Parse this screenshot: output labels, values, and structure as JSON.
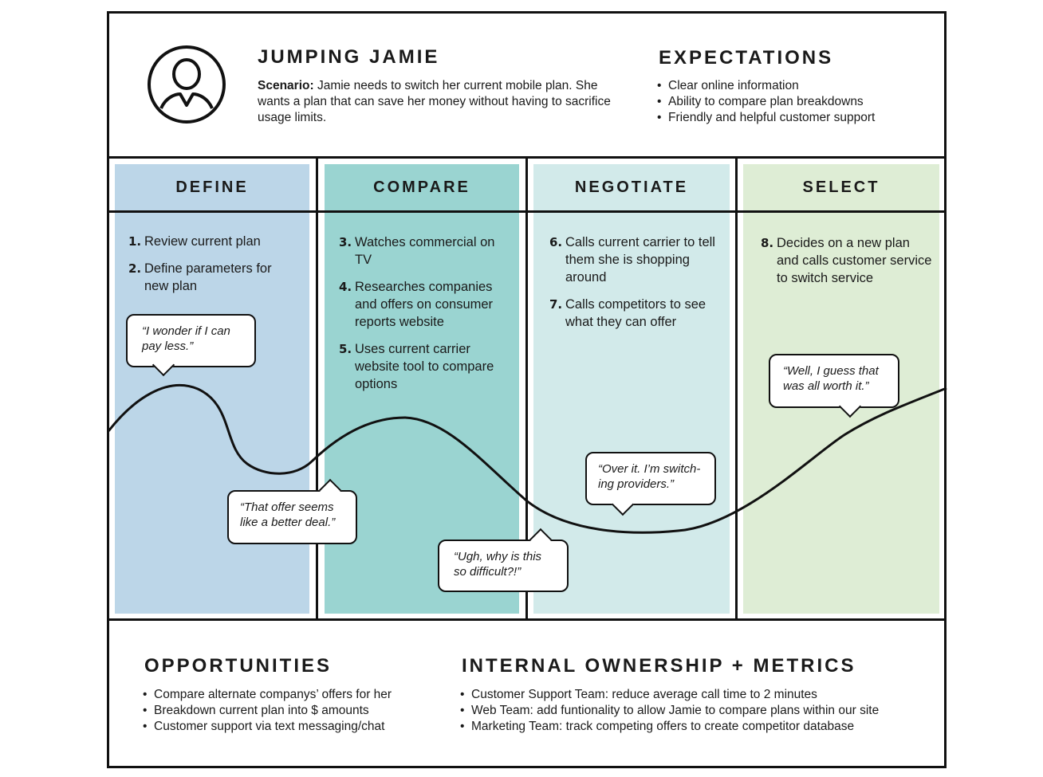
{
  "persona": {
    "name": "JUMPING JAMIE",
    "scenario_label": "Scenario:",
    "scenario_text": "Jamie needs to switch her current mobile plan. She wants a plan that can save her money without having to sacrifice usage limits.",
    "icon": "person-icon"
  },
  "expectations": {
    "title": "EXPECTATIONS",
    "items": [
      "Clear online information",
      "Ability to compare plan breakdowns",
      "Friendly and helpful customer support"
    ]
  },
  "stages": [
    {
      "title": "DEFINE",
      "color": "#bcd6e8",
      "steps": [
        {
          "num": "1.",
          "text": "Review current plan"
        },
        {
          "num": "2.",
          "text": "Define parameters for new plan"
        }
      ]
    },
    {
      "title": "COMPARE",
      "color": "#9ad4d1",
      "steps": [
        {
          "num": "3.",
          "text": "Watches commercial on TV"
        },
        {
          "num": "4.",
          "text": "Researches companies and offers on consumer reports website"
        },
        {
          "num": "5.",
          "text": "Uses current carrier website tool to compare options"
        }
      ]
    },
    {
      "title": "NEGOTIATE",
      "color": "#d2eaea",
      "steps": [
        {
          "num": "6.",
          "text": "Calls current carrier to tell them she is shopping around"
        },
        {
          "num": "7.",
          "text": "Calls competitors to see what they can offer"
        }
      ]
    },
    {
      "title": "SELECT",
      "color": "#deedd5",
      "steps": [
        {
          "num": "8.",
          "text": "Decides on a new plan and calls customer service to switch service"
        }
      ]
    }
  ],
  "quotes": [
    "“I wonder if I can pay less.”",
    "“That offer seems like a better deal.”",
    "“Ugh, why is this so difficult?!”",
    "“Over it. I’m switch-ing providers.”",
    "“Well, I guess that was all worth it.”"
  ],
  "opportunities": {
    "title": "OPPORTUNITIES",
    "items": [
      "Compare alternate companys’ offers for her",
      "Breakdown current plan into $ amounts",
      "Customer support via text messaging/chat"
    ]
  },
  "ownership": {
    "title": "INTERNAL OWNERSHIP + METRICS",
    "items": [
      "Customer Support Team: reduce average call time to 2 minutes",
      "Web Team: add funtionality to allow Jamie to compare plans within our site",
      "Marketing Team: track competing offers to create competitor database"
    ]
  },
  "colors": {
    "define": "#bcd6e8",
    "compare": "#9ad4d1",
    "negotiate": "#d2eaea",
    "select": "#deedd5",
    "line": "#111111"
  }
}
